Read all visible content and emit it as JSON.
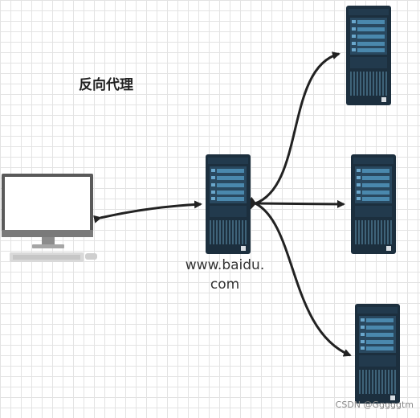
{
  "diagram": {
    "title": "反向代理",
    "proxy_domain_line1": "www.baidu.",
    "proxy_domain_line2": "com"
  },
  "nodes": [
    {
      "id": "client",
      "kind": "desktop-monitor"
    },
    {
      "id": "proxy",
      "kind": "server"
    },
    {
      "id": "server-top",
      "kind": "server"
    },
    {
      "id": "server-middle",
      "kind": "server"
    },
    {
      "id": "server-bottom",
      "kind": "server"
    }
  ],
  "edges": [
    {
      "from": "client",
      "to": "proxy",
      "direction": "both"
    },
    {
      "from": "proxy",
      "to": "server-top",
      "direction": "both"
    },
    {
      "from": "proxy",
      "to": "server-middle",
      "direction": "both"
    },
    {
      "from": "proxy",
      "to": "server-bottom",
      "direction": "both"
    }
  ],
  "watermark": "CSDN @Gggggtm",
  "colors": {
    "server_body": "#1c2f3e",
    "server_panel": "#4a88ad",
    "monitor_frame": "#595959",
    "arrow": "#222222"
  }
}
